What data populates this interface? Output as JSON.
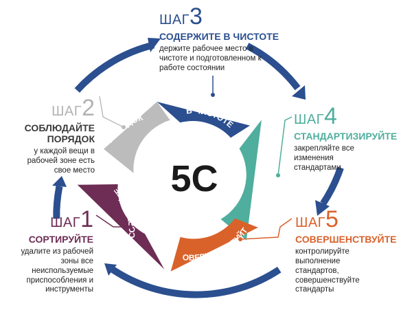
{
  "center": {
    "label": "5С"
  },
  "colors": {
    "step1": "#6d2d55",
    "step2": "#bcbcbc",
    "step3": "#2b4f8f",
    "step4": "#4fae9d",
    "step5": "#d9622b",
    "arrow": "#2b4f8f"
  },
  "segments": [
    {
      "label": "СОРТИРУЙТЕ"
    },
    {
      "label_lines": [
        "СОБЛЮДАЙТЕ",
        "ПОРЯДОК"
      ]
    },
    {
      "label_lines": [
        "СОДЕРЖИТЕ",
        "В ЧИСТОТЕ"
      ]
    },
    {
      "label": "СТАНДАРТИЗИРУЙТЕ"
    },
    {
      "label": "СОВЕРШЕНСТВУЙТЕ"
    }
  ],
  "steps": {
    "s1": {
      "word": "ШАГ",
      "num": "1",
      "title": "СОРТИРУЙТЕ",
      "desc": [
        "удалите из рабочей",
        "зоны все",
        "неиспользуемые",
        "приспособления и",
        "инструменты"
      ]
    },
    "s2": {
      "word": "ШАГ",
      "num": "2",
      "title_lines": [
        "СОБЛЮДАЙТЕ",
        "ПОРЯДОК"
      ],
      "desc": [
        "у каждой вещи в",
        "рабочей зоне есть",
        "свое место"
      ]
    },
    "s3": {
      "word": "ШАГ",
      "num": "3",
      "title": "СОДЕРЖИТЕ В ЧИСТОТЕ",
      "desc": [
        "держите рабочее место в",
        "чистоте и подготовленном к",
        "работе состоянии"
      ]
    },
    "s4": {
      "word": "ШАГ",
      "num": "4",
      "title": "СТАНДАРТИЗИРУЙТЕ",
      "desc": [
        "закрепляйте все",
        "изменения",
        "стандартами"
      ]
    },
    "s5": {
      "word": "ШАГ",
      "num": "5",
      "title": "СОВЕРШЕНСТВУЙТЕ",
      "desc": [
        "контролируйте",
        "выполнение",
        "стандартов,",
        "совершенствуйте",
        "стандарты"
      ]
    }
  }
}
